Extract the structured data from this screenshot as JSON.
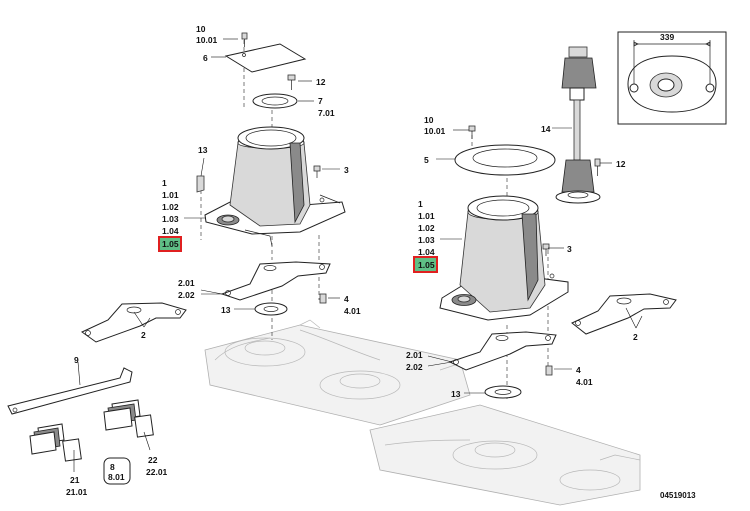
{
  "diagram": {
    "drawing_number": "04519013",
    "inset": {
      "dimension": "339"
    },
    "callouts": {
      "left_10": "10",
      "left_10_01": "10.01",
      "left_6": "6",
      "left_12": "12",
      "left_7": "7",
      "left_7_01": "7.01",
      "left_13_top": "13",
      "left_3": "3",
      "left_1": "1",
      "left_1_01": "1.01",
      "left_1_02": "1.02",
      "left_1_03": "1.03",
      "left_1_04": "1.04",
      "left_1_05": "1.05",
      "left_2_01": "2.01",
      "left_2_02": "2.02",
      "left_4": "4",
      "left_4_01": "4.01",
      "left_13_bottom": "13",
      "left_2": "2",
      "right_10": "10",
      "right_10_01": "10.01",
      "right_5": "5",
      "right_14": "14",
      "right_12": "12",
      "right_1": "1",
      "right_1_01": "1.01",
      "right_1_02": "1.02",
      "right_1_03": "1.03",
      "right_1_04": "1.04",
      "right_1_05": "1.05",
      "right_3": "3",
      "right_2_01": "2.01",
      "right_2_02": "2.02",
      "right_4": "4",
      "right_4_01": "4.01",
      "right_13": "13",
      "right_2": "2",
      "kit_9": "9",
      "kit_21": "21",
      "kit_21_01": "21.01",
      "kit_8": "8",
      "kit_8_01": "8.01",
      "kit_22": "22",
      "kit_22_01": "22.01"
    },
    "highlight": {
      "color": "#5fbf86",
      "border": "#e02020"
    }
  }
}
